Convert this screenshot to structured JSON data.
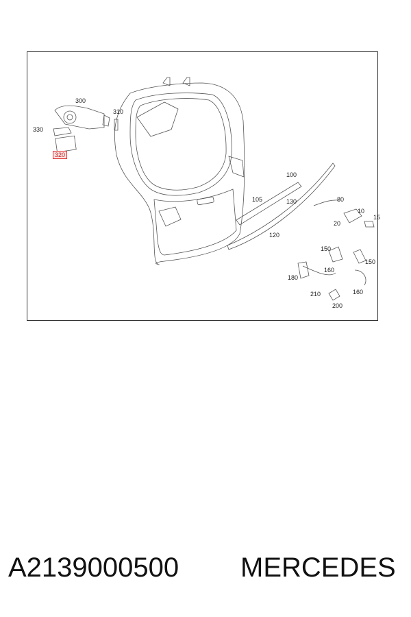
{
  "diagram": {
    "highlight_color": "#e03030",
    "callouts": [
      {
        "id": "300",
        "label": "300"
      },
      {
        "id": "310",
        "label": "310"
      },
      {
        "id": "330",
        "label": "330"
      },
      {
        "id": "320",
        "label": "320",
        "highlighted": true
      },
      {
        "id": "100",
        "label": "100"
      },
      {
        "id": "105",
        "label": "105"
      },
      {
        "id": "130",
        "label": "130"
      },
      {
        "id": "80",
        "label": "80"
      },
      {
        "id": "10",
        "label": "10"
      },
      {
        "id": "20",
        "label": "20"
      },
      {
        "id": "15",
        "label": "15"
      },
      {
        "id": "120",
        "label": "120"
      },
      {
        "id": "150a",
        "label": "150"
      },
      {
        "id": "150b",
        "label": "150"
      },
      {
        "id": "160a",
        "label": "160"
      },
      {
        "id": "160b",
        "label": "160"
      },
      {
        "id": "180",
        "label": "180"
      },
      {
        "id": "210",
        "label": "210"
      },
      {
        "id": "200",
        "label": "200"
      }
    ]
  },
  "caption": {
    "part_number": "A2139000500",
    "brand": "MERCEDES"
  }
}
